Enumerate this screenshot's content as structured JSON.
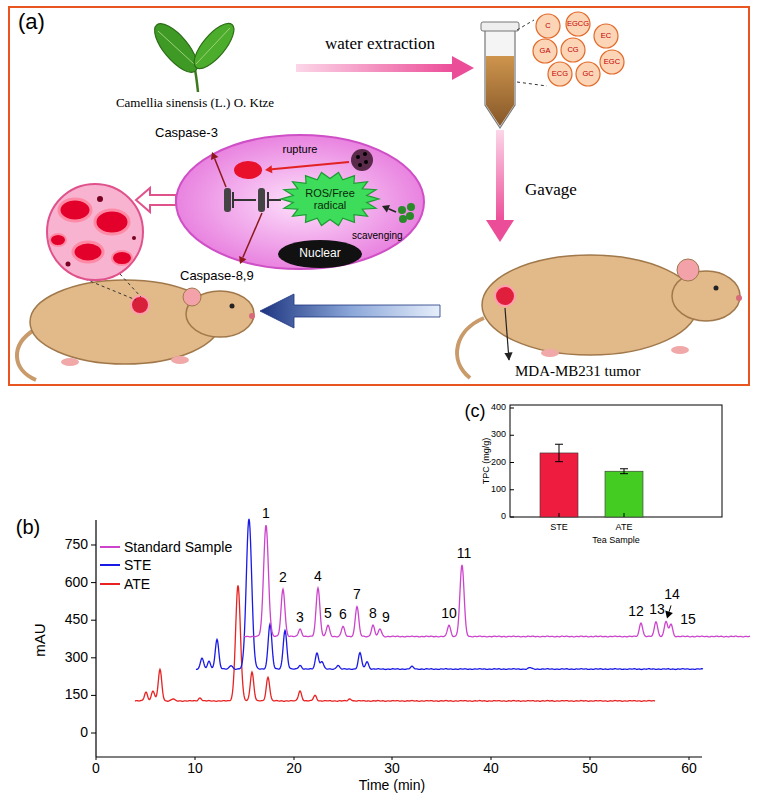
{
  "diagram": {
    "nodes": [
      {
        "text": [
          "(a)"
        ]
      },
      {
        "text": [
          "rupture",
          "scavenging"
        ],
        "in": 0
      },
      {
        "text": [
          "ROS/Free radical"
        ],
        "in": 1
      },
      {
        "text": [
          "Nuclear"
        ],
        "in": 1
      }
    ],
    "labels": [
      "Camellia sinensis (L.) O. Ktze",
      "water extraction",
      "C",
      "EGCG",
      "EC",
      "GA",
      "CG",
      "ECG",
      "GC",
      "EGC",
      "Gavage",
      "MDA-MB231 tumor",
      "Caspase-3",
      "Caspase-8,9",
      "(b)",
      "mAU",
      "0",
      "150",
      "300",
      "450",
      "600",
      "750",
      "Time (min)",
      "0",
      "10",
      "20",
      "30",
      "40",
      "50",
      "60",
      "1",
      "2",
      "3",
      "4",
      "5",
      "6",
      "7",
      "8",
      "9",
      "10",
      "11",
      "12",
      "13",
      "14",
      "15",
      "(c)",
      "TPC (mg/g)",
      "0",
      "100",
      "200",
      "300",
      "400",
      "STE",
      "ATE",
      "Tea Sample"
    ],
    "legend": [
      {
        "text": "Standard Sample"
      },
      {
        "text": "STE"
      },
      {
        "text": "ATE"
      }
    ]
  }
}
